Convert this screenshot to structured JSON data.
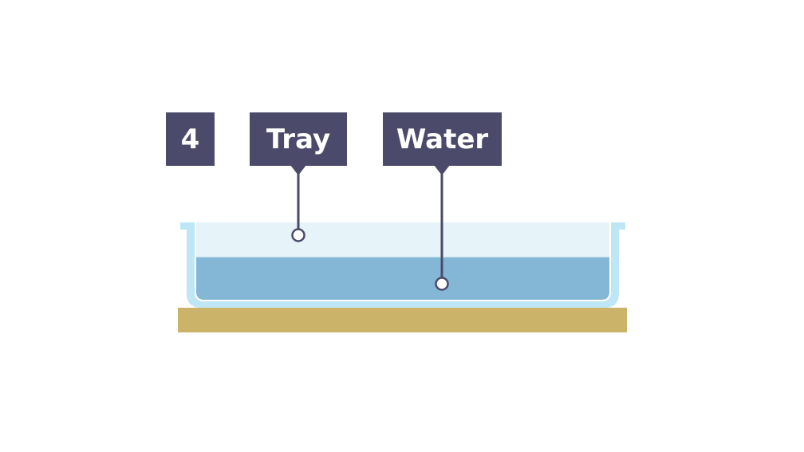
{
  "step_number": "4",
  "labels": {
    "tray": "Tray",
    "water": "Water"
  },
  "colors": {
    "label_bg": "#4b4a6b",
    "label_text": "#ffffff",
    "tray_rim": "#bfe6f4",
    "tray_air": "#e6f3f9",
    "water": "#84b6d6",
    "water_line": "#6fa4c8",
    "table": "#cbb46a",
    "leader": "#4b4a6b"
  }
}
